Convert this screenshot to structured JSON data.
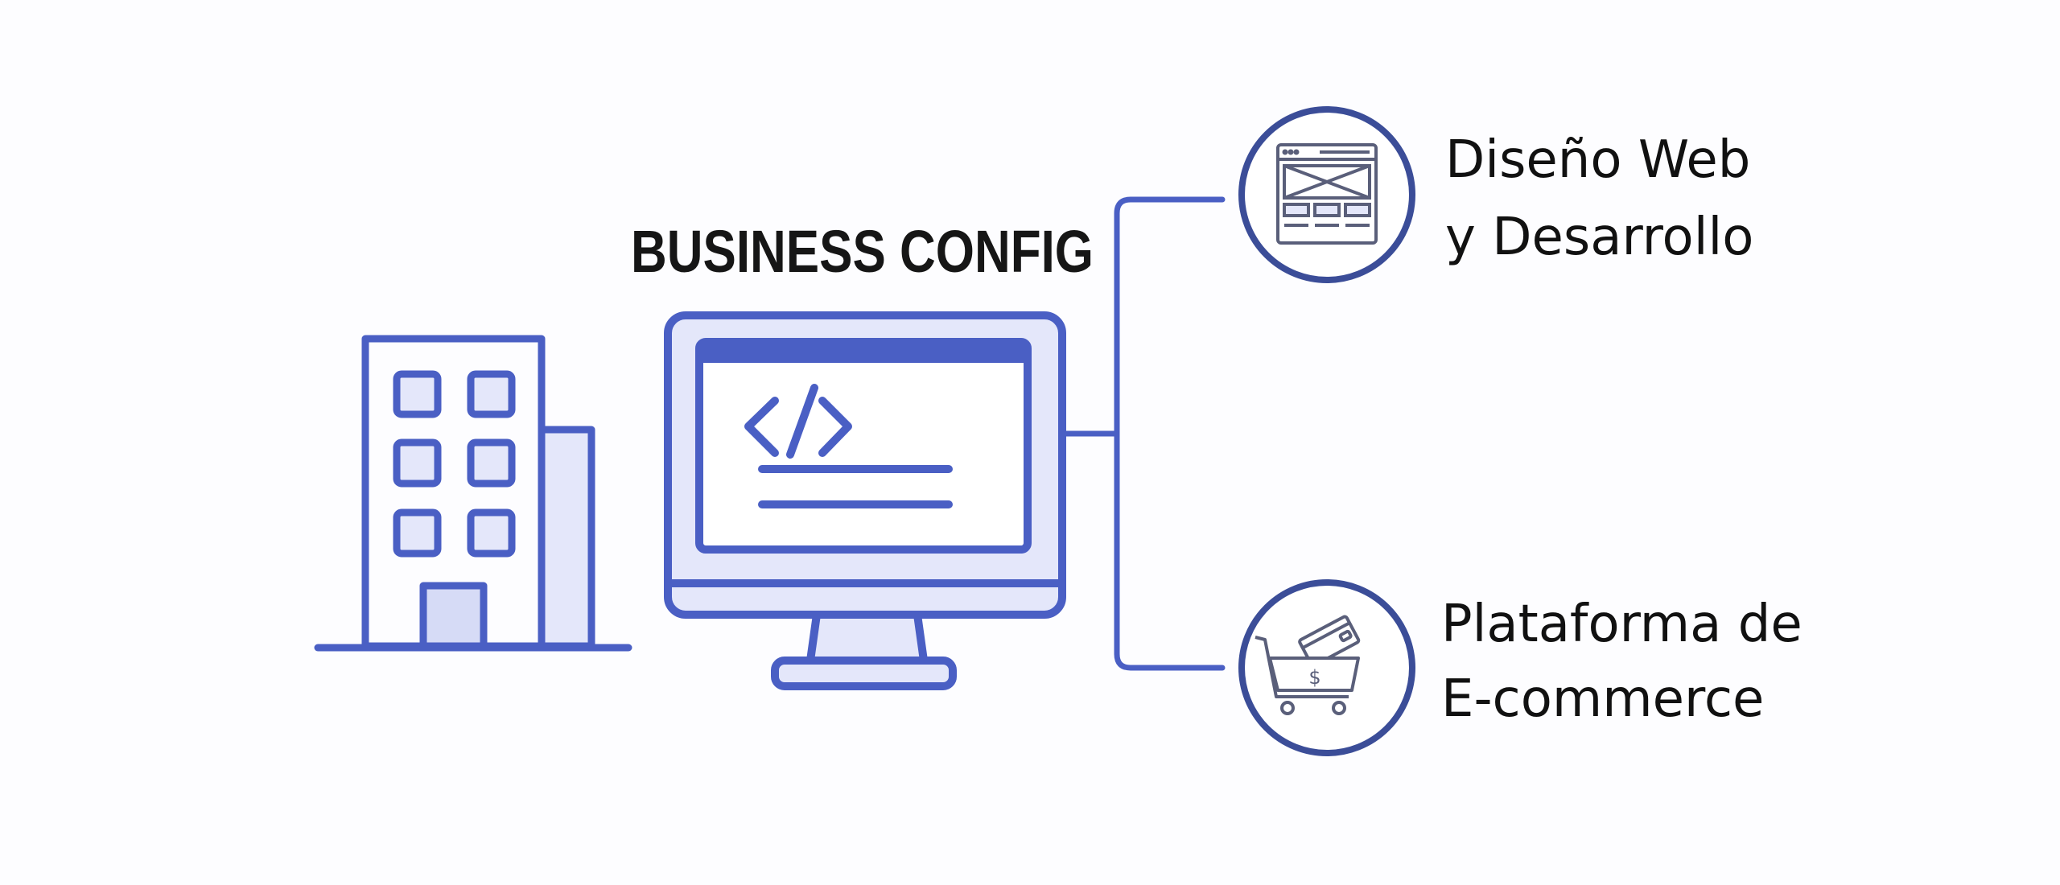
{
  "title": "BUSINESS CONFIG",
  "services": [
    {
      "line1": "Diseño Web",
      "line2": "y Desarrollo",
      "icon": "web-wireframe-icon"
    },
    {
      "line1": "Plataforma de",
      "line2": "E-commerce",
      "icon": "shopping-cart-icon",
      "symbol": "$"
    }
  ],
  "colors": {
    "accent": "#4a5fc4",
    "fill": "#e4e7fa",
    "circle": "#3b4d98",
    "text": "#111111"
  }
}
